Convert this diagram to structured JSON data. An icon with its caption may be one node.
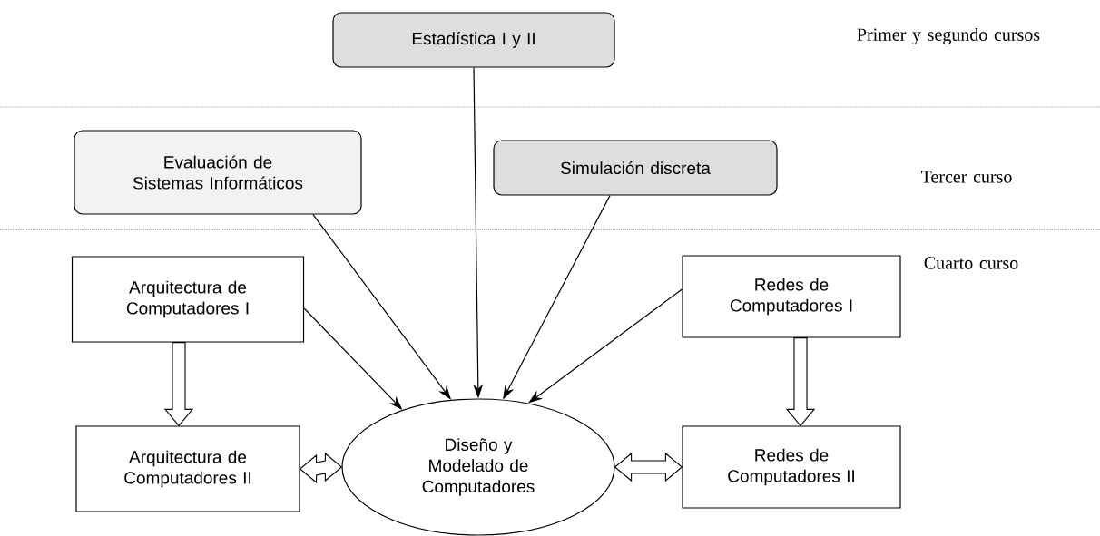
{
  "diagram": {
    "nodes": [
      {
        "text": [
          "Estadística I y II"
        ]
      },
      {
        "text": [
          "Evaluación de Sistemas Informáticos"
        ]
      },
      {
        "text": [
          "Simulación discreta"
        ]
      },
      {
        "text": [
          "Arquitectura de Computadores I"
        ]
      },
      {
        "text": [
          "Redes de Computadores I"
        ]
      },
      {
        "text": [
          "Arquitectura de Computadores II"
        ]
      },
      {
        "text": [
          "Diseño y Modelado de Computadores"
        ]
      },
      {
        "text": [
          "Redes de Computadores II"
        ]
      }
    ],
    "edges": [
      {
        "from": 0,
        "to": 6,
        "arrow": "to"
      },
      {
        "from": 1,
        "to": 6,
        "arrow": "to"
      },
      {
        "from": 2,
        "to": 6,
        "arrow": "to"
      },
      {
        "from": 3,
        "to": 6,
        "arrow": "to"
      },
      {
        "from": 4,
        "to": 6,
        "arrow": "to"
      },
      {
        "from": 3,
        "to": 5,
        "arrow": "to",
        "style": "thick"
      },
      {
        "from": 4,
        "to": 7,
        "arrow": "to",
        "style": "thick"
      },
      {
        "from": 5,
        "to": 6,
        "arrow": "both",
        "style": "thick"
      },
      {
        "from": 6,
        "to": 7,
        "arrow": "both",
        "style": "thick"
      }
    ],
    "labels": [
      "Primer y segundo cursos",
      "Tercer curso",
      "Cuarto curso"
    ]
  }
}
